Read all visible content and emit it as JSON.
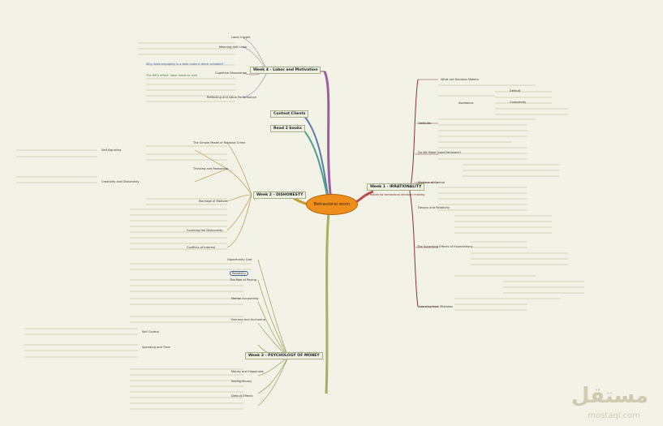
{
  "center": {
    "label": "Behavioral econ"
  },
  "branches": {
    "week1": {
      "title": "Week 1 - IRRATIONALITY",
      "subtitle": "A model for behavioral decision making"
    },
    "week2": {
      "title": "Week 2 - DISHONESTY"
    },
    "week3": {
      "title": "Week 3 - PSYCHOLOGY OF MONEY"
    },
    "week4": {
      "title": "Week 4 - Labor and Motivation"
    },
    "contest": {
      "title": "Contest Clients"
    },
    "read": {
      "title": "Read 2 books"
    }
  },
  "week4_nodes": [
    "Labor Insight",
    "Meaning and Labor",
    "Cognitive Dissonance",
    "Reflecting and Value Performance",
    "Why does engaging in a task make it more valuable?",
    "The IKEA effect: labor leads to love"
  ],
  "week1_nodes": [
    "What are Decision Makers",
    "Defaults",
    "Do We Make Good Decisions?",
    "Illusions of Control",
    "Decoys and Relativity",
    "The Surprising Effects of Expectations",
    "Learning from Mistakes",
    "Avoidance",
    "Default",
    "Complexity"
  ],
  "week2_nodes": [
    "The Simple Model of Rational Crime",
    "Thinking and Reasoning",
    "Marriage of Motives",
    "Counting the Dishonesty",
    "Conflicts of Interest",
    "Self-Signaling",
    "Creativity and Dishonesty"
  ],
  "week3_nodes": [
    "Opportunity Cost",
    "Relativity",
    "The Pain of Paying",
    "Mental Accounting",
    "Fairness and Anchoring",
    "Self Control",
    "Spending and Time",
    "Money and Happiness",
    "Saving Money",
    "Default Effects"
  ],
  "watermark": {
    "arabic": "مستقل",
    "latin": "mostaql.com"
  }
}
